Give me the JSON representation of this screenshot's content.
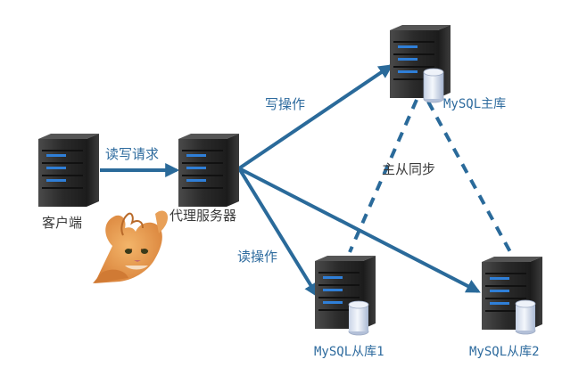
{
  "nodes": {
    "client": {
      "label": "客户端",
      "icon": "server-icon"
    },
    "proxy": {
      "label": "代理服务器",
      "icon": "server-icon"
    },
    "master": {
      "label": "MySQL主库",
      "icon": "database-server-icon"
    },
    "slave1": {
      "label": "MySQL从库1",
      "icon": "database-server-icon"
    },
    "slave2": {
      "label": "MySQL从库2",
      "icon": "database-server-icon"
    }
  },
  "edges": {
    "client_proxy": {
      "label": "读写请求"
    },
    "proxy_master": {
      "label": "写操作"
    },
    "proxy_slaves": {
      "label": "读操作"
    },
    "replication": {
      "label": "主从同步"
    }
  },
  "decoration": {
    "icon": "cat-icon"
  },
  "colors": {
    "arrow": "#2a6a9a",
    "label": "#2e6b9e",
    "server_body": "#2b2b2b",
    "server_light": "#2f7fd8"
  }
}
